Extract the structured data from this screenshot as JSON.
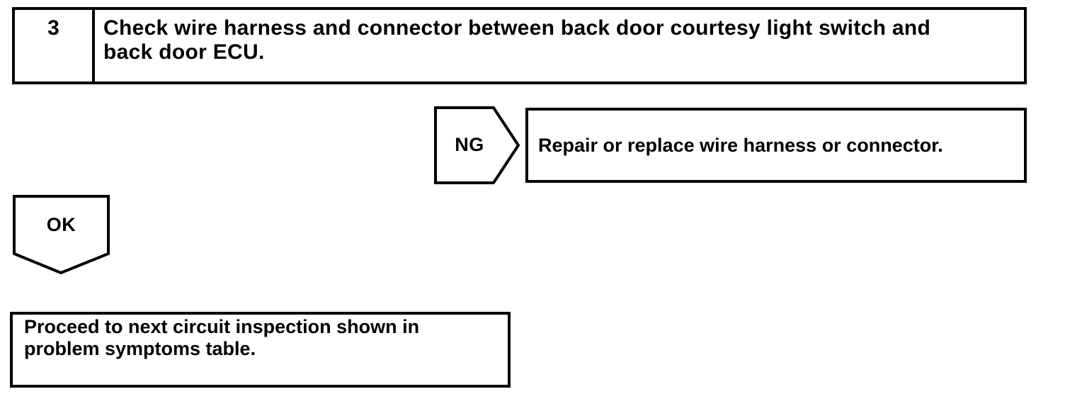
{
  "colors": {
    "ink": "#000000",
    "paper": "#ffffff"
  },
  "flowchart": {
    "step_box": {
      "number": "3",
      "lines": [
        "Check wire harness and connector between back door courtesy light switch and",
        "back door ECU."
      ]
    },
    "ng_branch": {
      "label": "NG",
      "result": "Repair or replace wire harness or connector."
    },
    "ok_branch": {
      "label": "OK",
      "result_lines": [
        "Proceed to next circuit inspection shown in",
        "problem symptoms table."
      ]
    }
  }
}
